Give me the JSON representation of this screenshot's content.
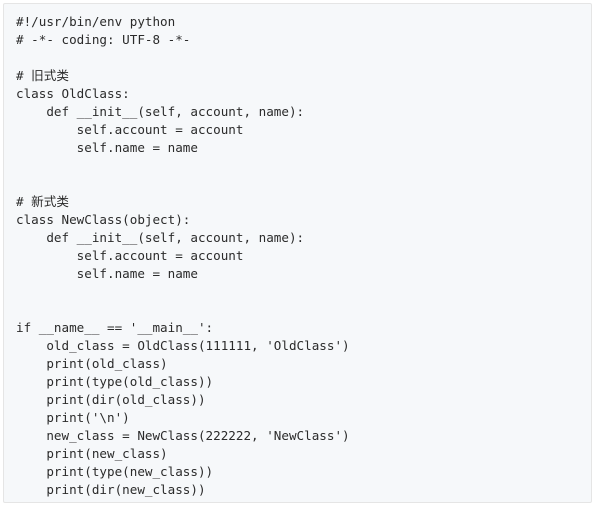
{
  "code": {
    "language": "python",
    "lines": [
      "#!/usr/bin/env python",
      "# -*- coding: UTF-8 -*-",
      "",
      "# 旧式类",
      "class OldClass:",
      "    def __init__(self, account, name):",
      "        self.account = account",
      "        self.name = name",
      "",
      "",
      "# 新式类",
      "class NewClass(object):",
      "    def __init__(self, account, name):",
      "        self.account = account",
      "        self.name = name",
      "",
      "",
      "if __name__ == '__main__':",
      "    old_class = OldClass(111111, 'OldClass')",
      "    print(old_class)",
      "    print(type(old_class))",
      "    print(dir(old_class))",
      "    print('\\n')",
      "    new_class = NewClass(222222, 'NewClass')",
      "    print(new_class)",
      "    print(type(new_class))",
      "    print(dir(new_class))"
    ]
  },
  "colors": {
    "background": "#f6f8fa",
    "border": "#e5e5e5",
    "text": "#2b2b2b"
  }
}
